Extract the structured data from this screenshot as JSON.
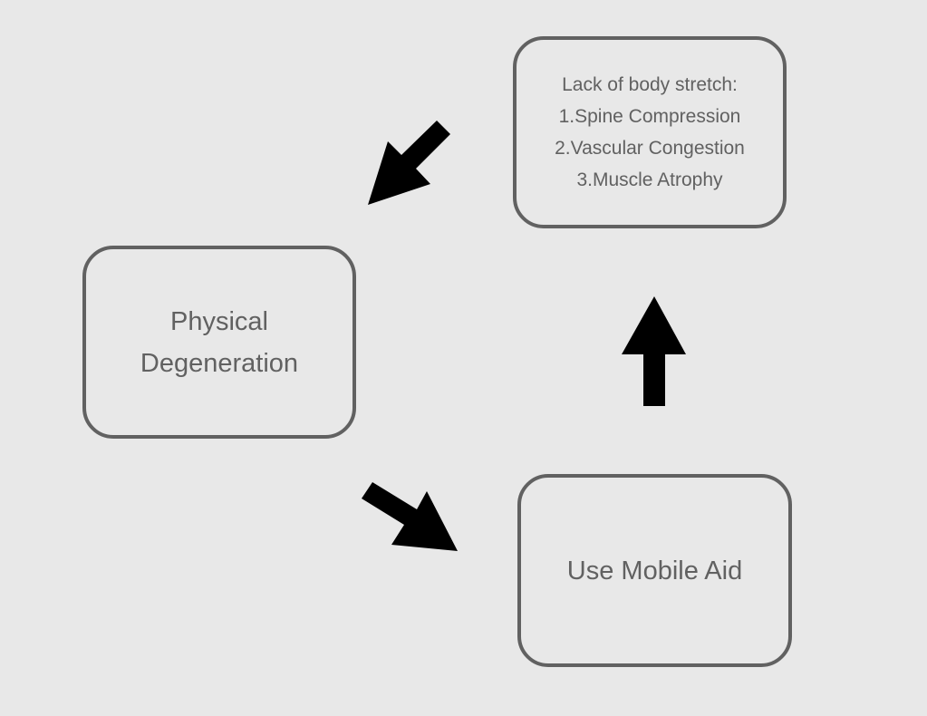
{
  "diagram": {
    "type": "cycle-flow",
    "colors": {
      "background": "#e8e8e8",
      "box_border": "#616161",
      "text": "#616161",
      "arrow": "#000000"
    },
    "nodes": {
      "lack_of_stretch": {
        "lines": [
          "Lack of body stretch:",
          "1.Spine Compression",
          "2.Vascular Congestion",
          "3.Muscle Atrophy"
        ]
      },
      "physical_degeneration": {
        "lines": [
          "Physical",
          "Degeneration"
        ]
      },
      "use_mobile_aid": {
        "lines": [
          "Use Mobile Aid"
        ]
      }
    },
    "edges": [
      {
        "from": "lack_of_stretch",
        "to": "physical_degeneration",
        "direction": "down-left"
      },
      {
        "from": "physical_degeneration",
        "to": "use_mobile_aid",
        "direction": "down-right"
      },
      {
        "from": "use_mobile_aid",
        "to": "lack_of_stretch",
        "direction": "up"
      }
    ]
  }
}
